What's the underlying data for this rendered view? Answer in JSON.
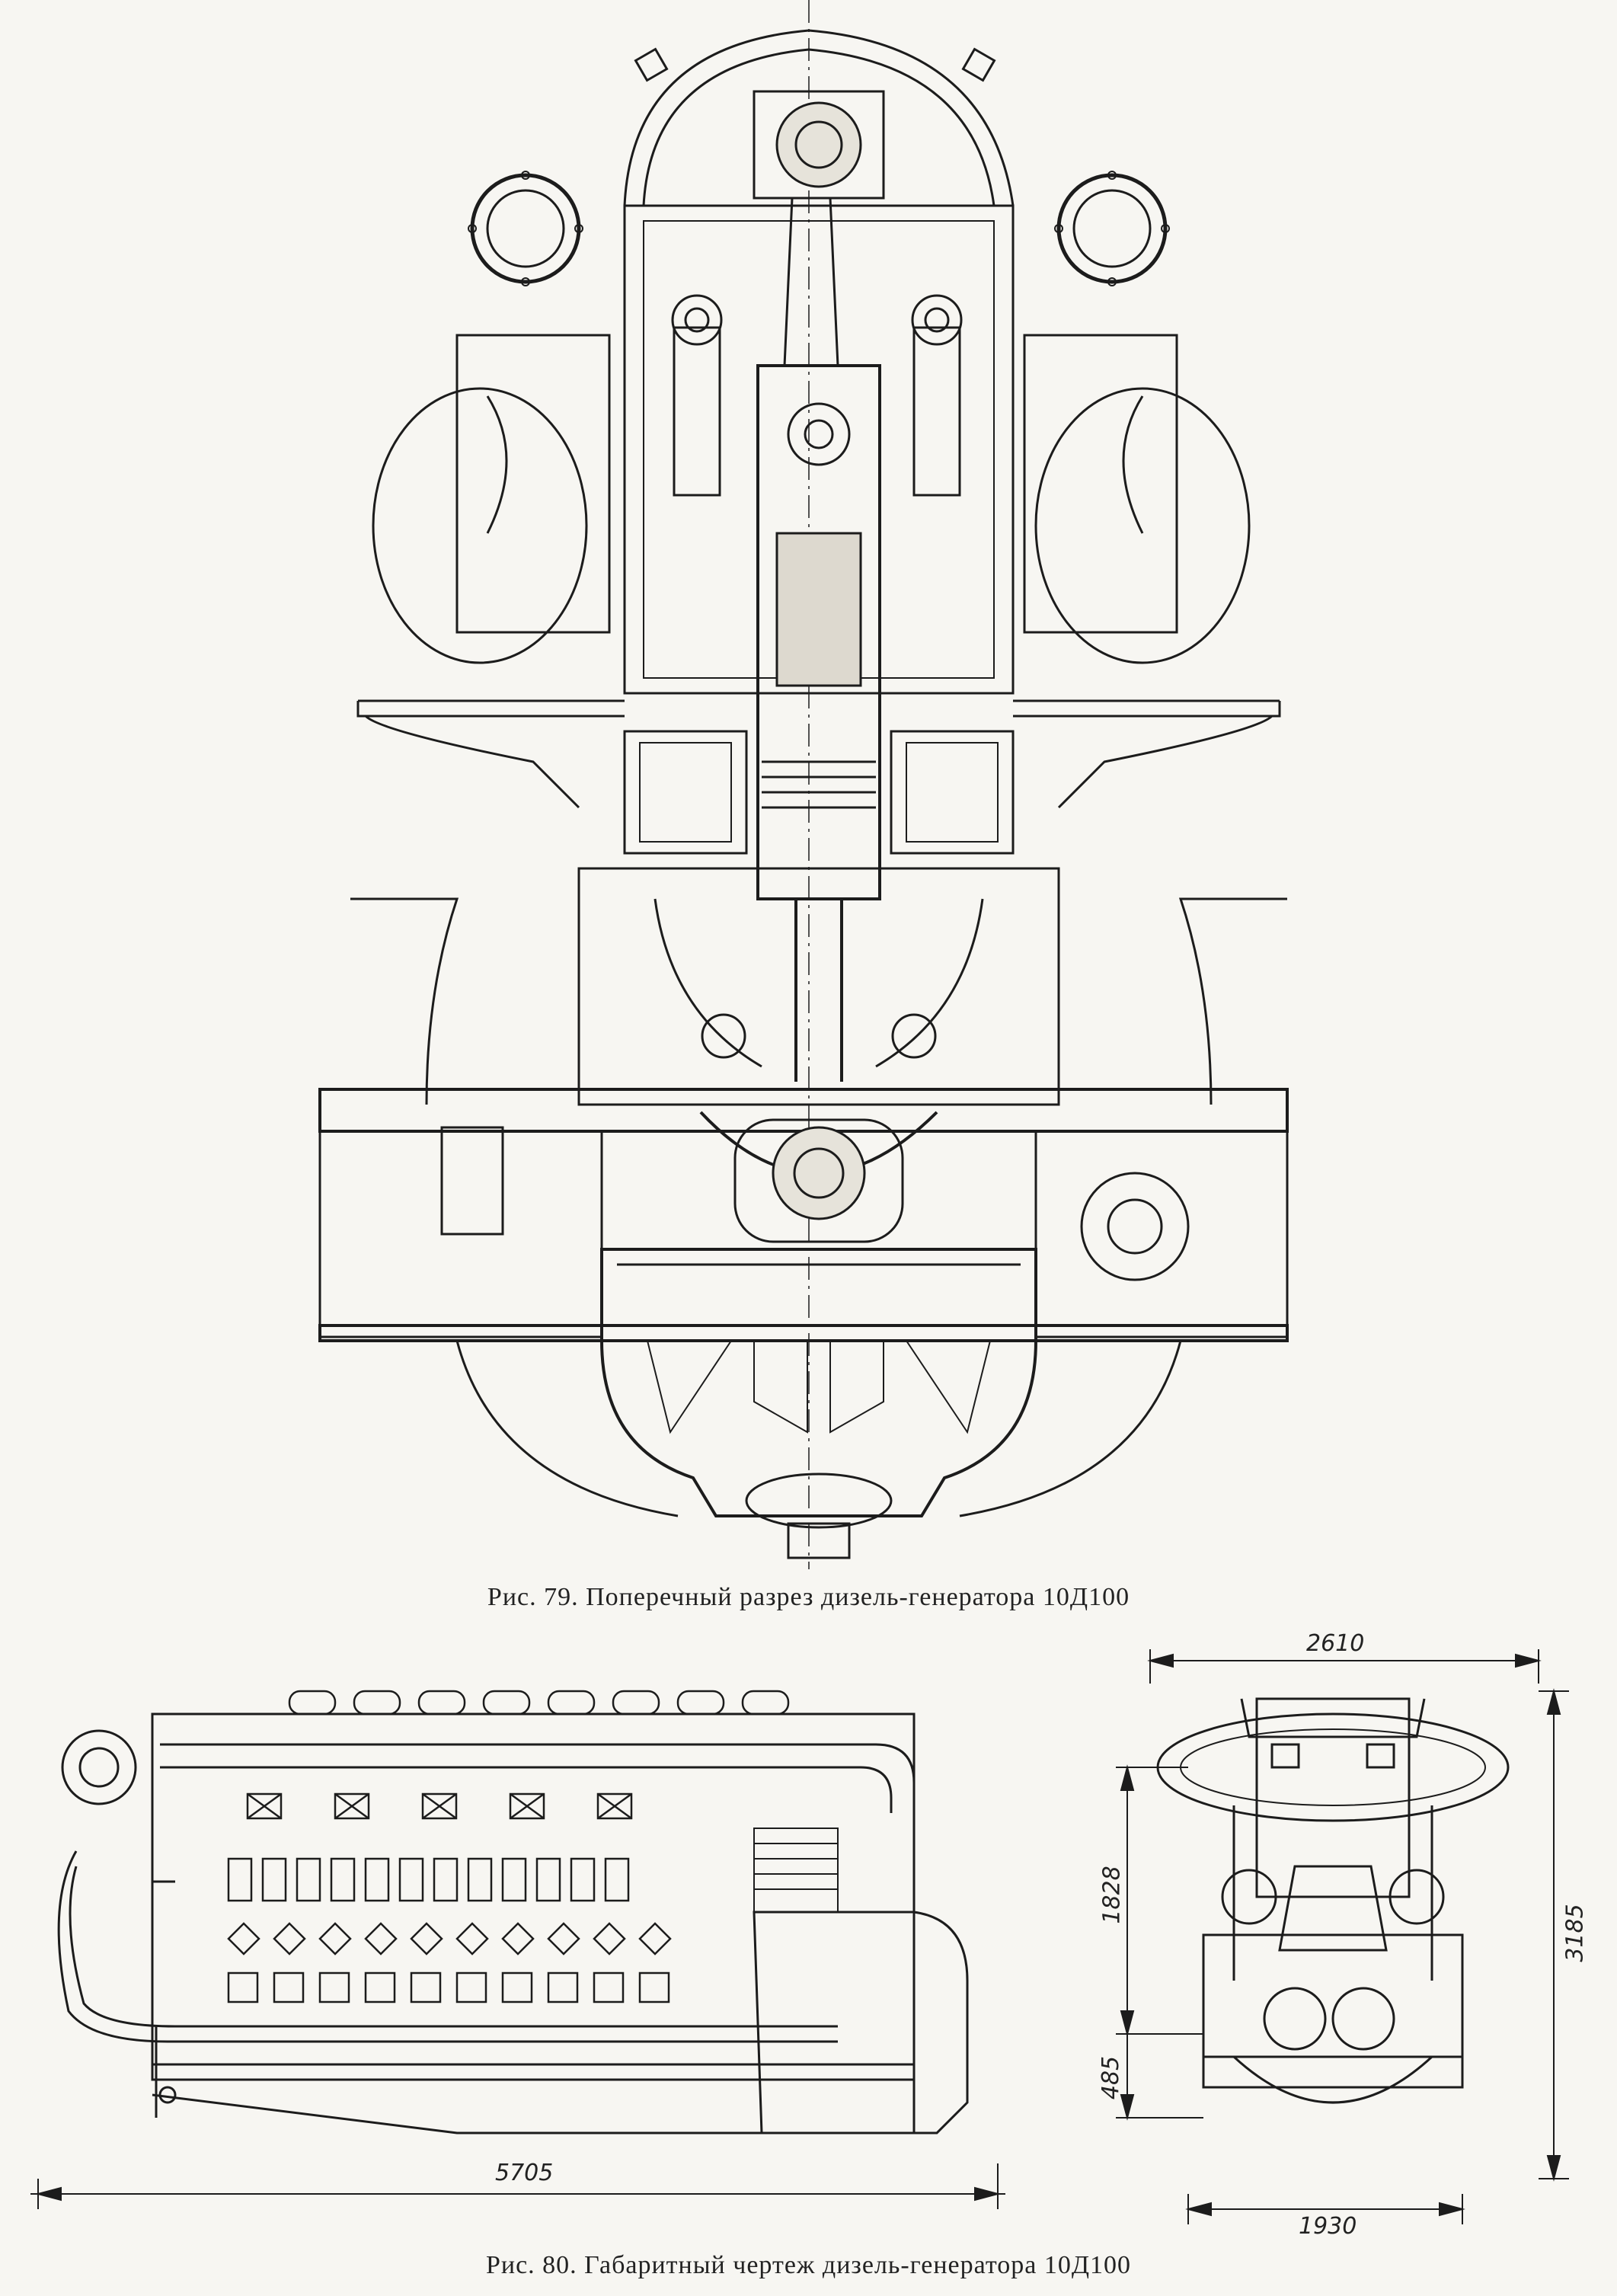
{
  "figure79": {
    "caption": "Рис. 79. Поперечный разрез дизель-генератора 10Д100"
  },
  "figure80": {
    "caption": "Рис. 80. Габаритный чертеж дизель-генератора 10Д100",
    "dimensions": {
      "length": "5705",
      "width_top": "2610",
      "width_base": "1930",
      "height_total": "3185",
      "height_upper": "1828",
      "height_lower": "485"
    }
  }
}
